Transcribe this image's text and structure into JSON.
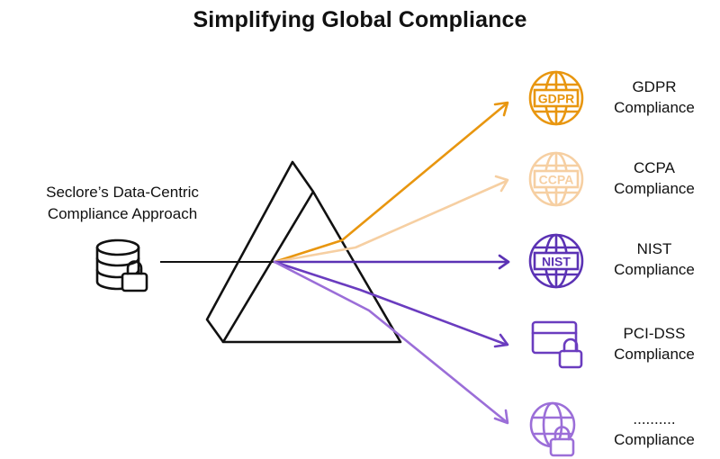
{
  "title": "Simplifying Global Compliance",
  "source": {
    "label_line1": "Seclore’s Data-Centric",
    "label_line2": "Compliance Approach",
    "icon": "database-lock-icon"
  },
  "targets": [
    {
      "badge": "GDPR",
      "line1": "GDPR",
      "line2": "Compliance",
      "color": "#E8960F",
      "icon": "globe-icon"
    },
    {
      "badge": "CCPA",
      "line1": "CCPA",
      "line2": "Compliance",
      "color": "#F6CFA2",
      "icon": "globe-icon"
    },
    {
      "badge": "NIST",
      "line1": "NIST",
      "line2": "Compliance",
      "color": "#5B32B4",
      "icon": "globe-icon"
    },
    {
      "badge": "",
      "line1": "PCI-DSS",
      "line2": "Compliance",
      "color": "#6A3CBF",
      "icon": "credit-card-lock-icon"
    },
    {
      "badge": "",
      "line1": "..........",
      "line2": "Compliance",
      "color": "#9B6ED8",
      "icon": "globe-lock-icon"
    }
  ],
  "colors": {
    "prism": "#111111",
    "beam": "#111111"
  }
}
